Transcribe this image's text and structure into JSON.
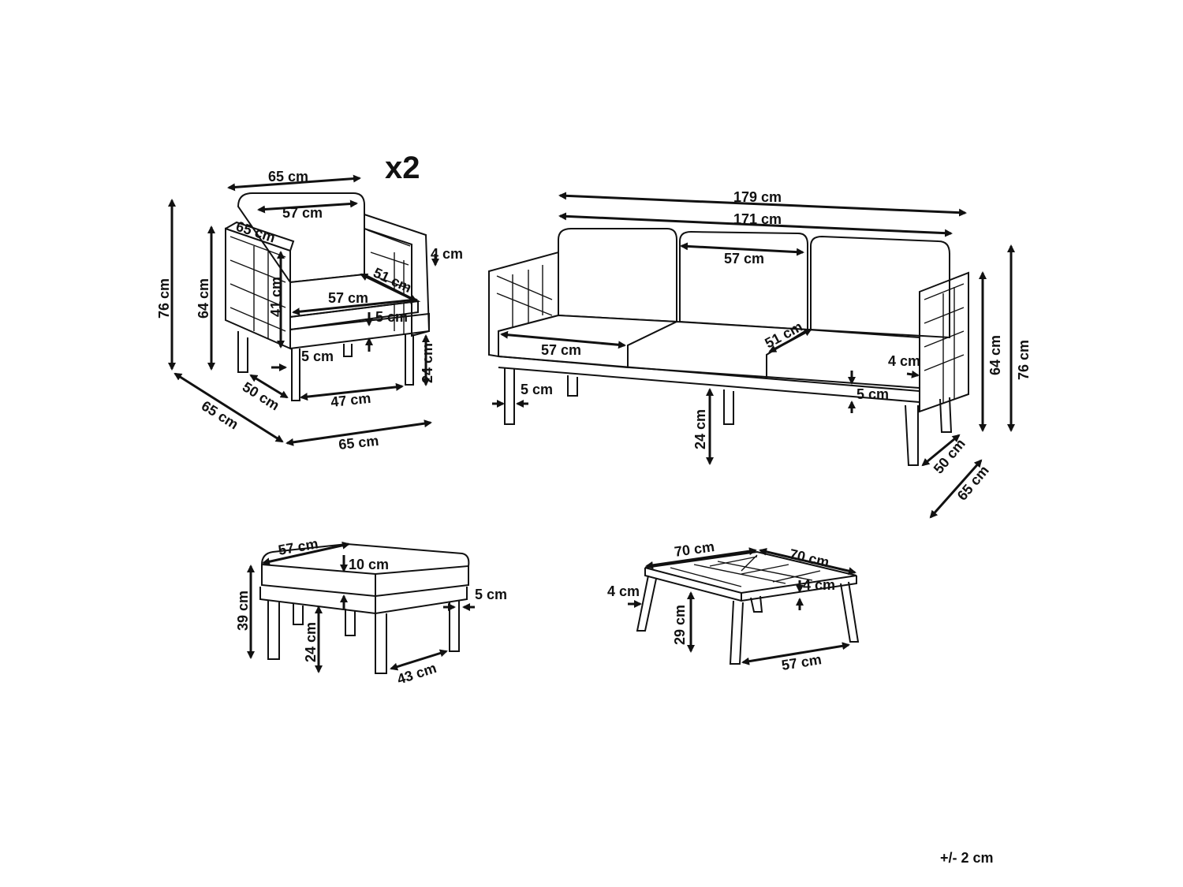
{
  "colors": {
    "line": "#111111",
    "background": "#ffffff"
  },
  "armchair": {
    "quantity": "x2",
    "top_width": "65 cm",
    "back_width": "57 cm",
    "arm_depth": "65 cm",
    "arm_height": "4 cm",
    "back_height": "41 cm",
    "seat_depth": "51 cm",
    "seat_width": "57 cm",
    "cushion_thickness": "5 cm",
    "leg_width": "5 cm",
    "leg_height": "24 cm",
    "total_height": "76 cm",
    "arm_total_height": "64 cm",
    "base_depth": "50 cm",
    "inner_width": "47 cm",
    "side_depth": "65 cm",
    "front_width": "65 cm"
  },
  "sofa": {
    "total_width": "179 cm",
    "inner_width": "171 cm",
    "back_cushion_width": "57 cm",
    "seat_cushion_width": "57 cm",
    "seat_depth": "51 cm",
    "arm_width": "4 cm",
    "leg_width": "5 cm",
    "cushion_thickness": "5 cm",
    "leg_height": "24 cm",
    "arm_height": "64 cm",
    "total_height": "76 cm",
    "base_depth": "50 cm",
    "total_depth": "65 cm"
  },
  "ottoman": {
    "top_width": "57 cm",
    "cushion_thickness": "10 cm",
    "frame_thickness": "5 cm",
    "total_height": "39 cm",
    "leg_height": "24 cm",
    "leg_span": "43 cm"
  },
  "table": {
    "width": "70 cm",
    "depth": "70 cm",
    "leg_width": "4 cm",
    "top_thickness": "4 cm",
    "height": "29 cm",
    "leg_span": "57 cm"
  },
  "tolerance": "+/- 2 cm"
}
